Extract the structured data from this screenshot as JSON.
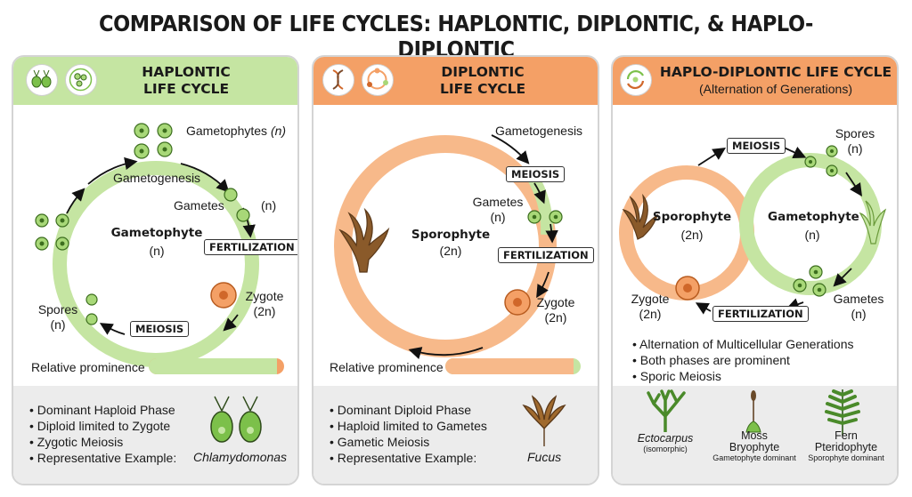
{
  "title": "COMPARISON OF LIFE CYCLES: HAPLONTIC, DIPLONTIC, & HAPLO-DIPLONTIC",
  "colors": {
    "green": "#a8d878",
    "orange": "#f4a066",
    "green_fill": "#c5e5a2",
    "orange_fill": "#f7b98a"
  },
  "haplontic": {
    "title_line1": "HAPLONTIC",
    "title_line2": "LIFE CYCLE",
    "gametophytes": "Gametophytes",
    "gametophytes_n": "(n)",
    "gametogenesis": "Gametogenesis",
    "gametes": "Gametes",
    "gametes_n": "(n)",
    "center_name": "Gametophyte",
    "center_n": "(n)",
    "fertilization": "FERTILIZATION",
    "zygote": "Zygote",
    "zygote_n": "(2n)",
    "spores": "Spores",
    "spores_n": "(n)",
    "meiosis": "MEIOSIS",
    "prominence_label": "Relative prominence",
    "prominence_haploid_share": 0.95,
    "bullets": [
      "Dominant Haploid Phase",
      "Diploid limited to Zygote",
      "Zygotic Meiosis",
      "Representative Example:"
    ],
    "example": "Chlamydomonas"
  },
  "diplontic": {
    "title_line1": "DIPLONTIC",
    "title_line2": "LIFE CYCLE",
    "gametogenesis": "Gametogenesis",
    "meiosis": "MEIOSIS",
    "gametes": "Gametes",
    "gametes_n": "(n)",
    "center_name": "Sporophyte",
    "center_n": "(2n)",
    "fertilization": "FERTILIZATION",
    "zygote": "Zygote",
    "zygote_n": "(2n)",
    "prominence_label": "Relative prominence",
    "prominence_diploid_share": 0.95,
    "bullets": [
      "Dominant Diploid Phase",
      "Haploid limited to Gametes",
      "Gametic Meiosis",
      "Representative Example:"
    ],
    "example": "Fucus"
  },
  "haplodiplontic": {
    "title_line1": "HAPLO-DIPLONTIC LIFE CYCLE",
    "title_line2": "(Alternation of Generations)",
    "meiosis": "MEIOSIS",
    "spores": "Spores",
    "spores_n": "(n)",
    "sporophyte": "Sporophyte",
    "sporophyte_n": "(2n)",
    "gametophyte": "Gametophyte",
    "gametophyte_n": "(n)",
    "zygote": "Zygote",
    "zygote_n": "(2n)",
    "fertilization": "FERTILIZATION",
    "gametes": "Gametes",
    "gametes_n": "(n)",
    "bullets": [
      "Alternation of Multicellular Generations",
      "Both phases are prominent",
      "Sporic Meiosis"
    ],
    "examples": [
      {
        "name": "Ectocarpus",
        "note": "(isomorphic)"
      },
      {
        "name": "Moss",
        "name2": "Bryophyte",
        "note": "Gametophyte dominant"
      },
      {
        "name": "Fern",
        "name2": "Pteridophyte",
        "note": "Sporophyte dominant"
      }
    ]
  }
}
